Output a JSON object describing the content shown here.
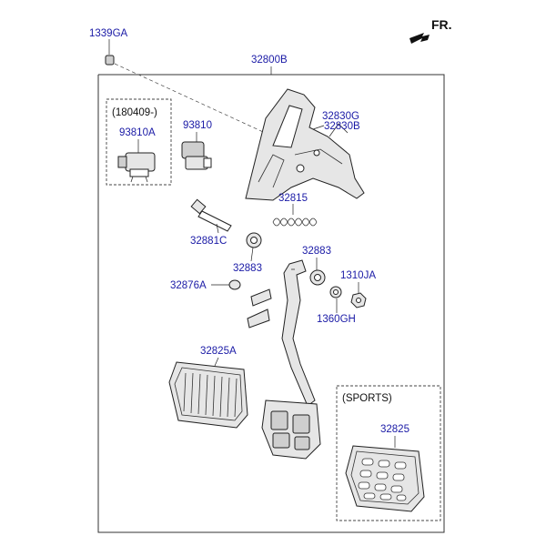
{
  "header": {
    "direction_label": "FR."
  },
  "parts": {
    "p1339GA": "1339GA",
    "p32800B": "32800B",
    "p93810": "93810",
    "p93810A": "93810A",
    "p32830G": "32830G",
    "p32830B": "32830B",
    "p32815": "32815",
    "p32881C": "32881C",
    "p32883_left": "32883",
    "p32883_right": "32883",
    "p1310JA": "1310JA",
    "p32876A": "32876A",
    "p1360GH": "1360GH",
    "p32825A": "32825A",
    "p32825": "32825"
  },
  "groups": {
    "date_group_label": "(180409-)",
    "sports_group_label": "(SPORTS)"
  },
  "colors": {
    "part_number_text": "#1a1aa6",
    "line_art": "#222222"
  }
}
